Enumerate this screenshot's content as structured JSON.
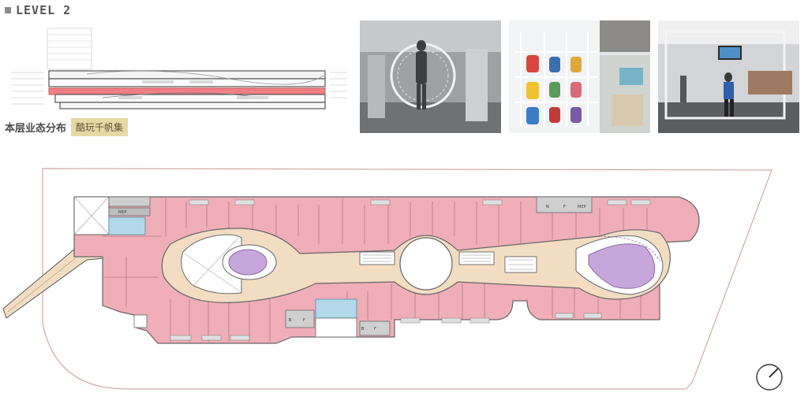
{
  "header": {
    "level_title": "LEVEL 2"
  },
  "legend": {
    "label": "本层业态分布",
    "tag": "酷玩千帆集"
  },
  "plan": {
    "mep_labels": [
      "MEP",
      "MEP"
    ],
    "shaft_labels": [
      "B",
      "F",
      "N",
      "F",
      "B",
      "F"
    ]
  },
  "photos": [
    {
      "subject": "mannequin-ring-display"
    },
    {
      "subject": "toy-figure-wall"
    },
    {
      "subject": "interactive-frame-installation"
    }
  ],
  "colors": {
    "retail": "#f0aeb8",
    "corridor": "#f2ddc3",
    "atrium": "#ffffff",
    "feature": "#c7a6db",
    "service": "#cfcfcf",
    "core": "#b3d8ea",
    "boundary": "#c99a8e"
  }
}
